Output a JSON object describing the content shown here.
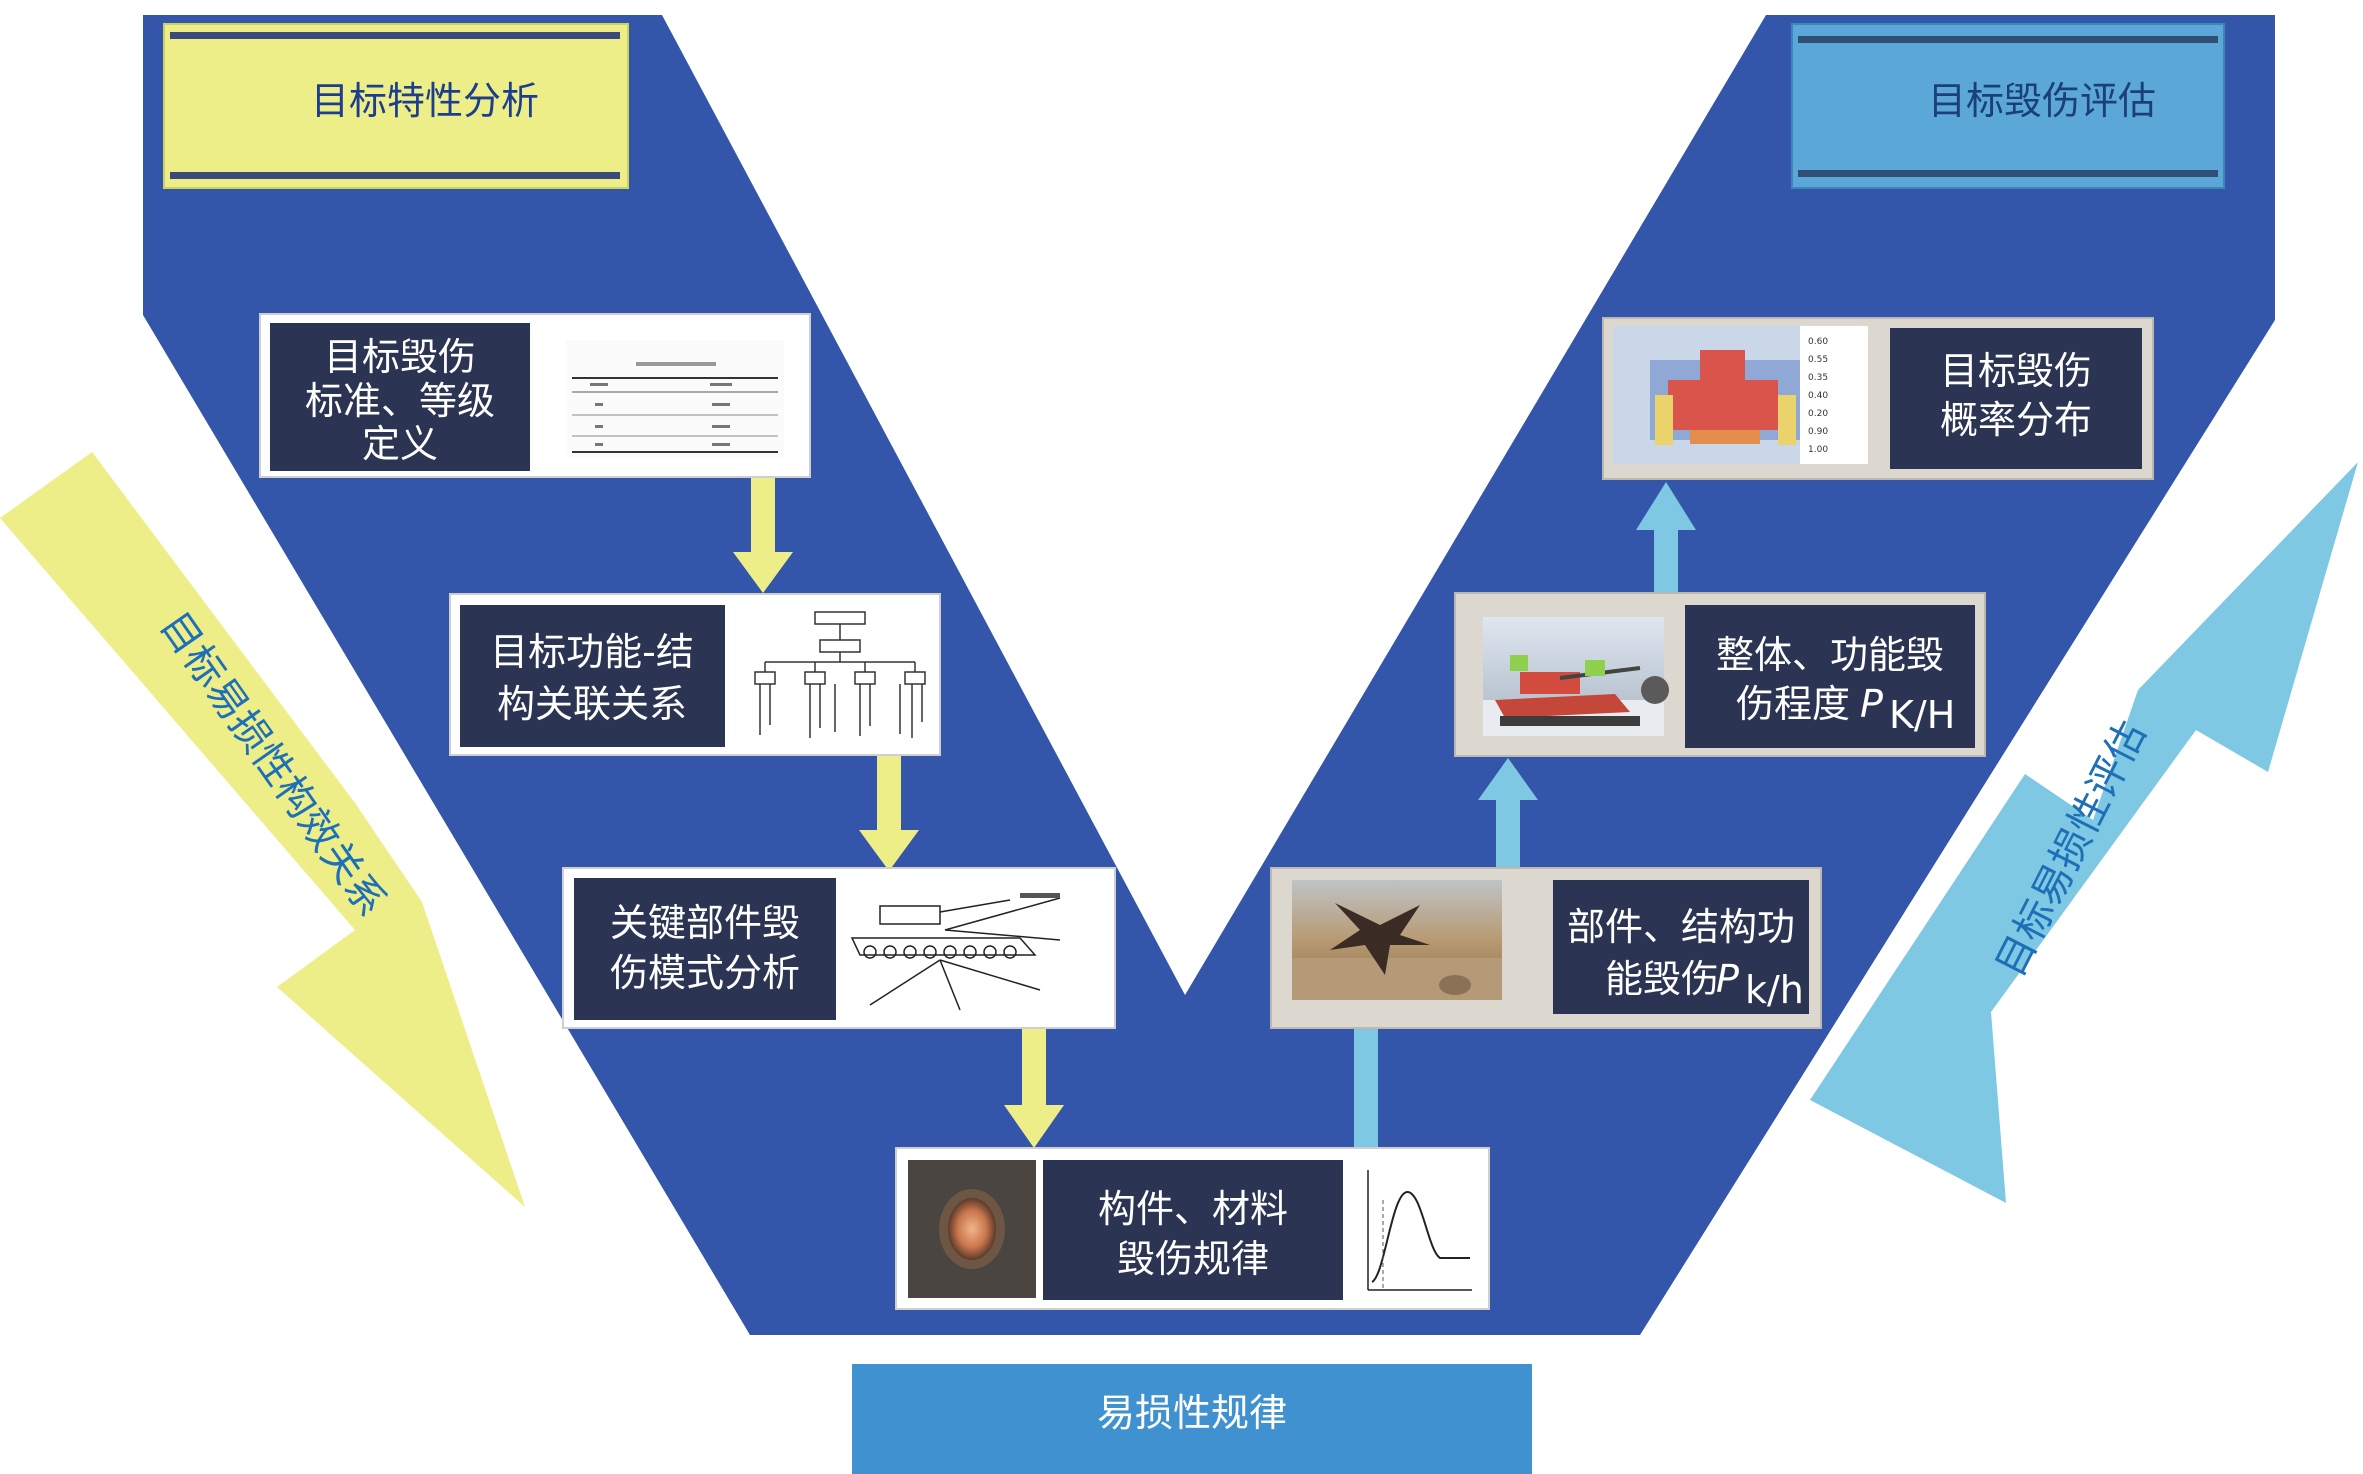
{
  "colors": {
    "v_shape": "#3355aa",
    "yellow": "#eeee88",
    "light_blue": "#7ec8e3",
    "header_blue": "#5ba8d8",
    "footer_blue": "#3f91d0",
    "dark_box": "#2b3553",
    "frame": "#dcd8d0",
    "accent_blue": "#1d6fb8"
  },
  "header_left": {
    "label": "目标特性分析"
  },
  "header_right": {
    "label": "目标毁伤评估"
  },
  "footer": {
    "label": "易损性规律"
  },
  "left_arrow": {
    "label": "目标易损性构效关系"
  },
  "right_arrow": {
    "label": "目标易损性评估"
  },
  "left_steps": [
    {
      "lines": [
        "目标毁伤",
        "标准、等级",
        "定义"
      ],
      "figure": "damage-standard-table"
    },
    {
      "lines": [
        "目标功能-结",
        "构关联关系"
      ],
      "figure": "function-structure-tree"
    },
    {
      "lines": [
        "关键部件毁",
        "伤模式分析"
      ],
      "figure": "tank-damage-mode-diagram"
    }
  ],
  "bottom_step": {
    "lines": [
      "构件、材料",
      "毁伤规律"
    ],
    "figure_left": "perforated-plate-photo",
    "figure_right": "damage-curve-chart"
  },
  "right_steps": [
    {
      "lines": [
        "部件、结构功",
        "能毁伤"
      ],
      "symbol": "P",
      "subscript": "k/h",
      "figure": "turret-damage-photo"
    },
    {
      "lines": [
        "整体、功能毁",
        "伤程度"
      ],
      "symbol": "P",
      "subscript": "K/H",
      "figure": "tank-model-render"
    },
    {
      "lines": [
        "目标毁伤",
        "概率分布"
      ],
      "figure": "probability-grid-map",
      "legend": [
        "0.60",
        "0.55",
        "0.35",
        "0.40",
        "0.20",
        "0.90",
        "1.00"
      ]
    }
  ]
}
